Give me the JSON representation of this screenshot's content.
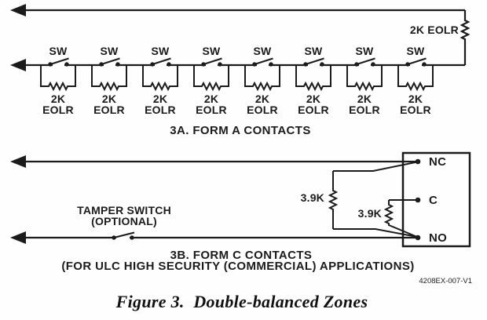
{
  "colors": {
    "ink": "#1b1b1b",
    "background": "#fefefe"
  },
  "form_a": {
    "title": "3A. FORM A CONTACTS",
    "top_resistor_label": "2K EOLR",
    "units": [
      {
        "switch": "SW",
        "value": "2K",
        "type": "EOLR"
      },
      {
        "switch": "SW",
        "value": "2K",
        "type": "EOLR"
      },
      {
        "switch": "SW",
        "value": "2K",
        "type": "EOLR"
      },
      {
        "switch": "SW",
        "value": "2K",
        "type": "EOLR"
      },
      {
        "switch": "SW",
        "value": "2K",
        "type": "EOLR"
      },
      {
        "switch": "SW",
        "value": "2K",
        "type": "EOLR"
      },
      {
        "switch": "SW",
        "value": "2K",
        "type": "EOLR"
      },
      {
        "switch": "SW",
        "value": "2K",
        "type": "EOLR"
      }
    ]
  },
  "form_c": {
    "title": "3B. FORM C CONTACTS",
    "subtitle": "(FOR ULC HIGH SECURITY (COMMERCIAL) APPLICATIONS)",
    "tamper_line1": "TAMPER SWITCH",
    "tamper_line2": "(OPTIONAL)",
    "resistor_left": "3.9K",
    "resistor_right": "3.9K",
    "terminals": {
      "nc": "NC",
      "c": "C",
      "no": "NO"
    }
  },
  "footer": {
    "doc_ref": "4208EX-007-V1",
    "caption": "Figure 3.  Double-balanced Zones"
  }
}
